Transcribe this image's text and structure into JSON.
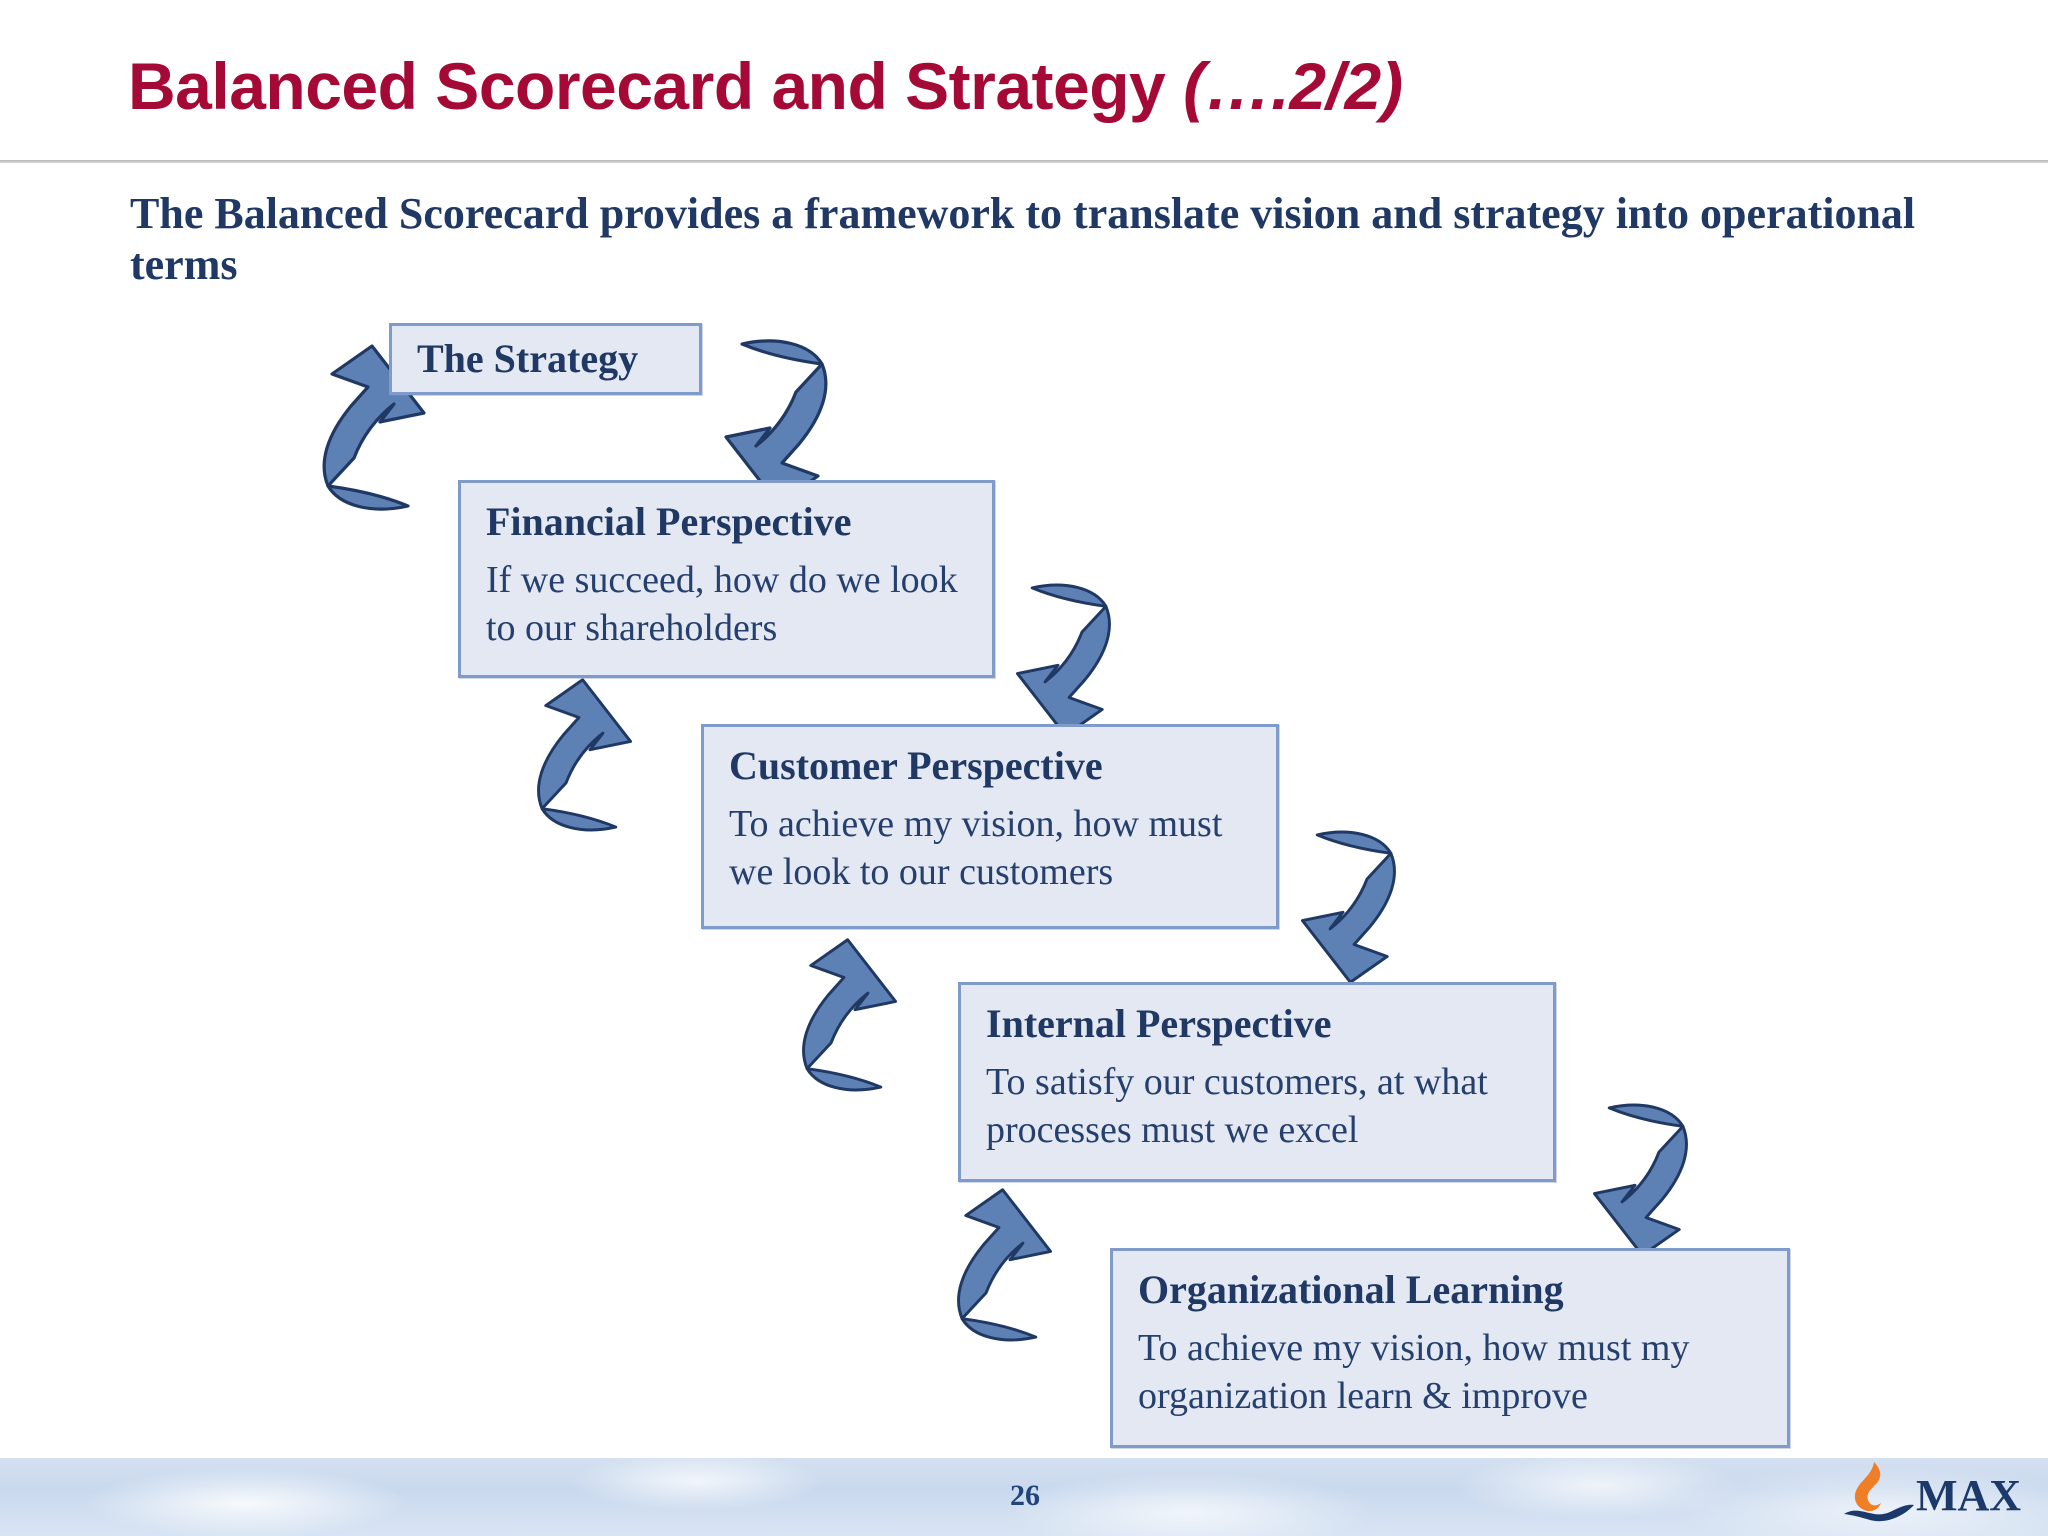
{
  "slide": {
    "title_main": "Balanced Scorecard and Strategy ",
    "title_italic": "(….2/2)",
    "subtitle": "The Balanced Scorecard provides a framework to translate vision and strategy into operational terms",
    "page_number": "26",
    "colors": {
      "title_red": "#A50A37",
      "text_navy": "#1F3864",
      "box_fill": "#E3E8F2",
      "box_border": "#7E9BC9",
      "arrow_fill": "#5E81B5",
      "arrow_stroke": "#1F3864",
      "footer_band": "#cddbee",
      "logo_orange": "#F07E26",
      "logo_navy": "#1B3A6B"
    }
  },
  "diagram": {
    "type": "cascading-stair-flow",
    "stages": [
      {
        "id": "strategy",
        "title": "The Strategy",
        "body": ""
      },
      {
        "id": "financial",
        "title": "Financial Perspective",
        "body": "If we succeed, how do we look to our shareholders"
      },
      {
        "id": "customer",
        "title": "Customer Perspective",
        "body": "To achieve my vision, how must we look to our customers"
      },
      {
        "id": "internal",
        "title": "Internal Perspective",
        "body": "To satisfy our customers, at what processes must we excel"
      },
      {
        "id": "learning",
        "title": "Organizational Learning",
        "body": "To achieve my vision, how must my organization learn & improve"
      }
    ],
    "connectors": [
      {
        "id": "arrow-up-to-strategy",
        "direction": "up-left",
        "from": "financial",
        "to": "strategy"
      },
      {
        "id": "arrow-strategy-down",
        "direction": "down-right",
        "from": "strategy",
        "to": "financial"
      },
      {
        "id": "arrow-up-to-financial",
        "direction": "up-left",
        "from": "customer",
        "to": "financial"
      },
      {
        "id": "arrow-financial-down",
        "direction": "down-right",
        "from": "financial",
        "to": "customer"
      },
      {
        "id": "arrow-up-to-customer",
        "direction": "up-left",
        "from": "internal",
        "to": "customer"
      },
      {
        "id": "arrow-customer-down",
        "direction": "down-right",
        "from": "customer",
        "to": "internal"
      },
      {
        "id": "arrow-up-to-internal",
        "direction": "up-left",
        "from": "learning",
        "to": "internal"
      },
      {
        "id": "arrow-internal-down",
        "direction": "down-right",
        "from": "internal",
        "to": "learning"
      }
    ]
  },
  "logo": {
    "brand": "MAX",
    "mark": "flame-wave-icon"
  }
}
